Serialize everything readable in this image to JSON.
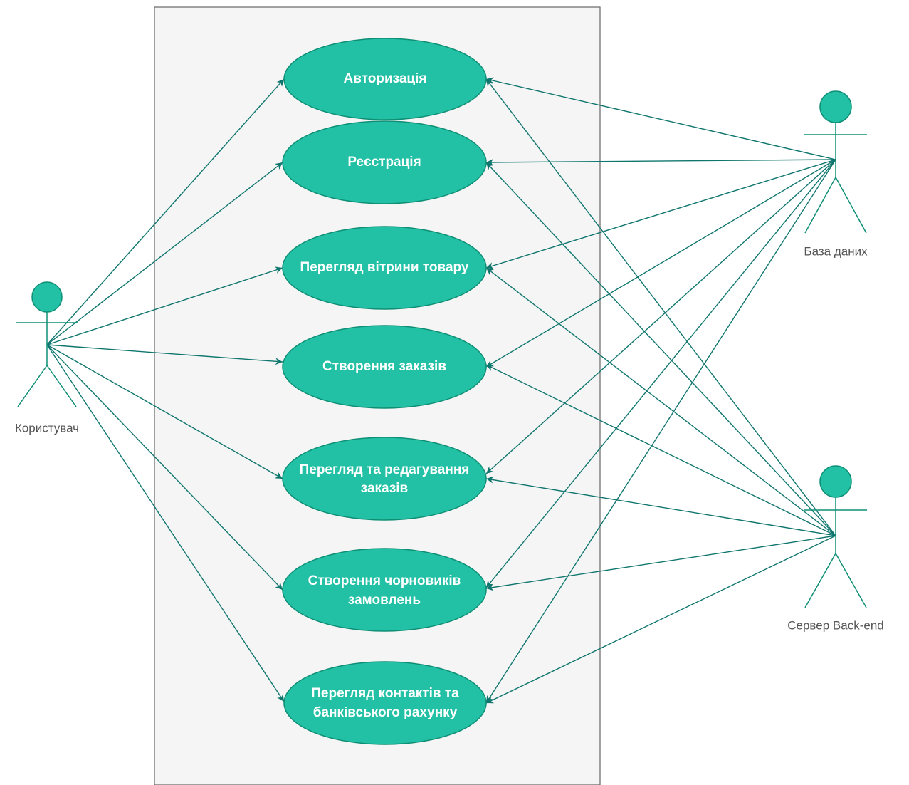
{
  "actors": {
    "user": {
      "label": "Користувач"
    },
    "database": {
      "label": "База даних"
    },
    "backend": {
      "label": "Сервер Back-end"
    }
  },
  "use_cases": [
    {
      "label": "Авторизація",
      "lines": [
        "Авторизація"
      ]
    },
    {
      "label": "Реєстрація",
      "lines": [
        "Реєстрація"
      ]
    },
    {
      "label": "Перегляд вітрини товару",
      "lines": [
        "Перегляд вітрини товару"
      ]
    },
    {
      "label": "Створення заказів",
      "lines": [
        "Створення заказів"
      ]
    },
    {
      "label": "Перегляд та редагування заказів",
      "lines": [
        "Перегляд та редагування",
        "заказів"
      ]
    },
    {
      "label": "Створення чорновиків замовлень",
      "lines": [
        "Створення чорновиків",
        "замовлень"
      ]
    },
    {
      "label": "Перегляд контактів та банківського рахунку",
      "lines": [
        "Перегляд контактів та",
        "банківського рахунку"
      ]
    }
  ],
  "colors": {
    "use_case_fill": "#22c1a6",
    "use_case_stroke": "#0e8f75",
    "association_line": "#0f766e",
    "boundary_fill": "#f5f5f5",
    "boundary_stroke": "#666666"
  }
}
